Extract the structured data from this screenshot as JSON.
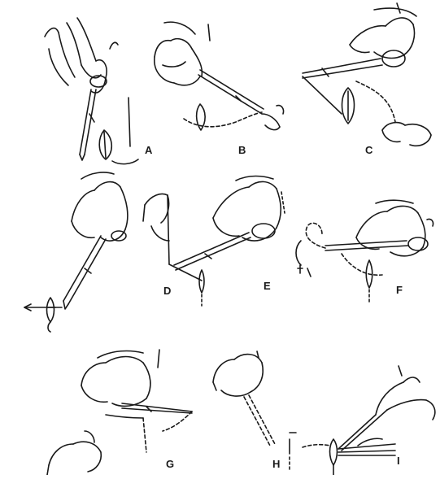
{
  "panels": [
    {
      "id": "A",
      "label": "A"
    },
    {
      "id": "B",
      "label": "B"
    },
    {
      "id": "C",
      "label": "C"
    },
    {
      "id": "D",
      "label": "D"
    },
    {
      "id": "E",
      "label": "E"
    },
    {
      "id": "F",
      "label": "F"
    },
    {
      "id": "G",
      "label": "G"
    },
    {
      "id": "H",
      "label": "H"
    },
    {
      "id": "I",
      "label": "I"
    }
  ],
  "line_color": "#1a1a1a",
  "background_color": "#ffffff"
}
